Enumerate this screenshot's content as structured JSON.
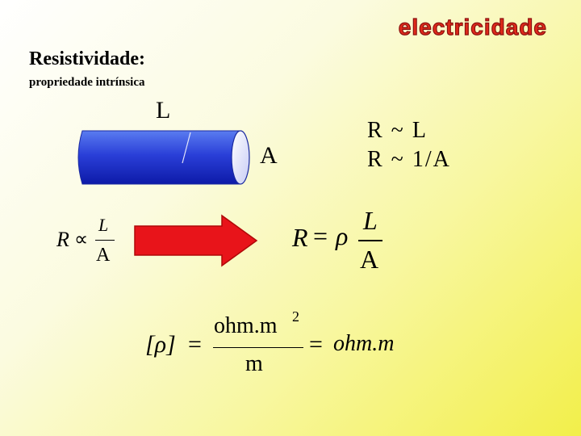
{
  "header": {
    "brand": "electricidade"
  },
  "section": {
    "title": "Resistividade:",
    "subtitle": "propriedade intrínsica"
  },
  "cylinder": {
    "length_label": "L",
    "area_label": "A"
  },
  "relations": {
    "first": "R ~ L",
    "second": "R ~ 1/A"
  },
  "proportional": {
    "lhs": "R",
    "symbol": "∝",
    "numerator": "L",
    "denominator": "A"
  },
  "formula": {
    "lhs": "R",
    "equals": "=",
    "rho": "ρ",
    "numerator": "L",
    "denominator": "A"
  },
  "units": {
    "lhs": "[ρ]",
    "equals1": "=",
    "numerator": "ohm.m",
    "exponent": "2",
    "denominator": "m",
    "equals2": "=",
    "result": "ohm.m"
  },
  "colors": {
    "brand": "#e02a1a",
    "arrow": "#e8141a",
    "cylinder": "#2a3fd8"
  }
}
